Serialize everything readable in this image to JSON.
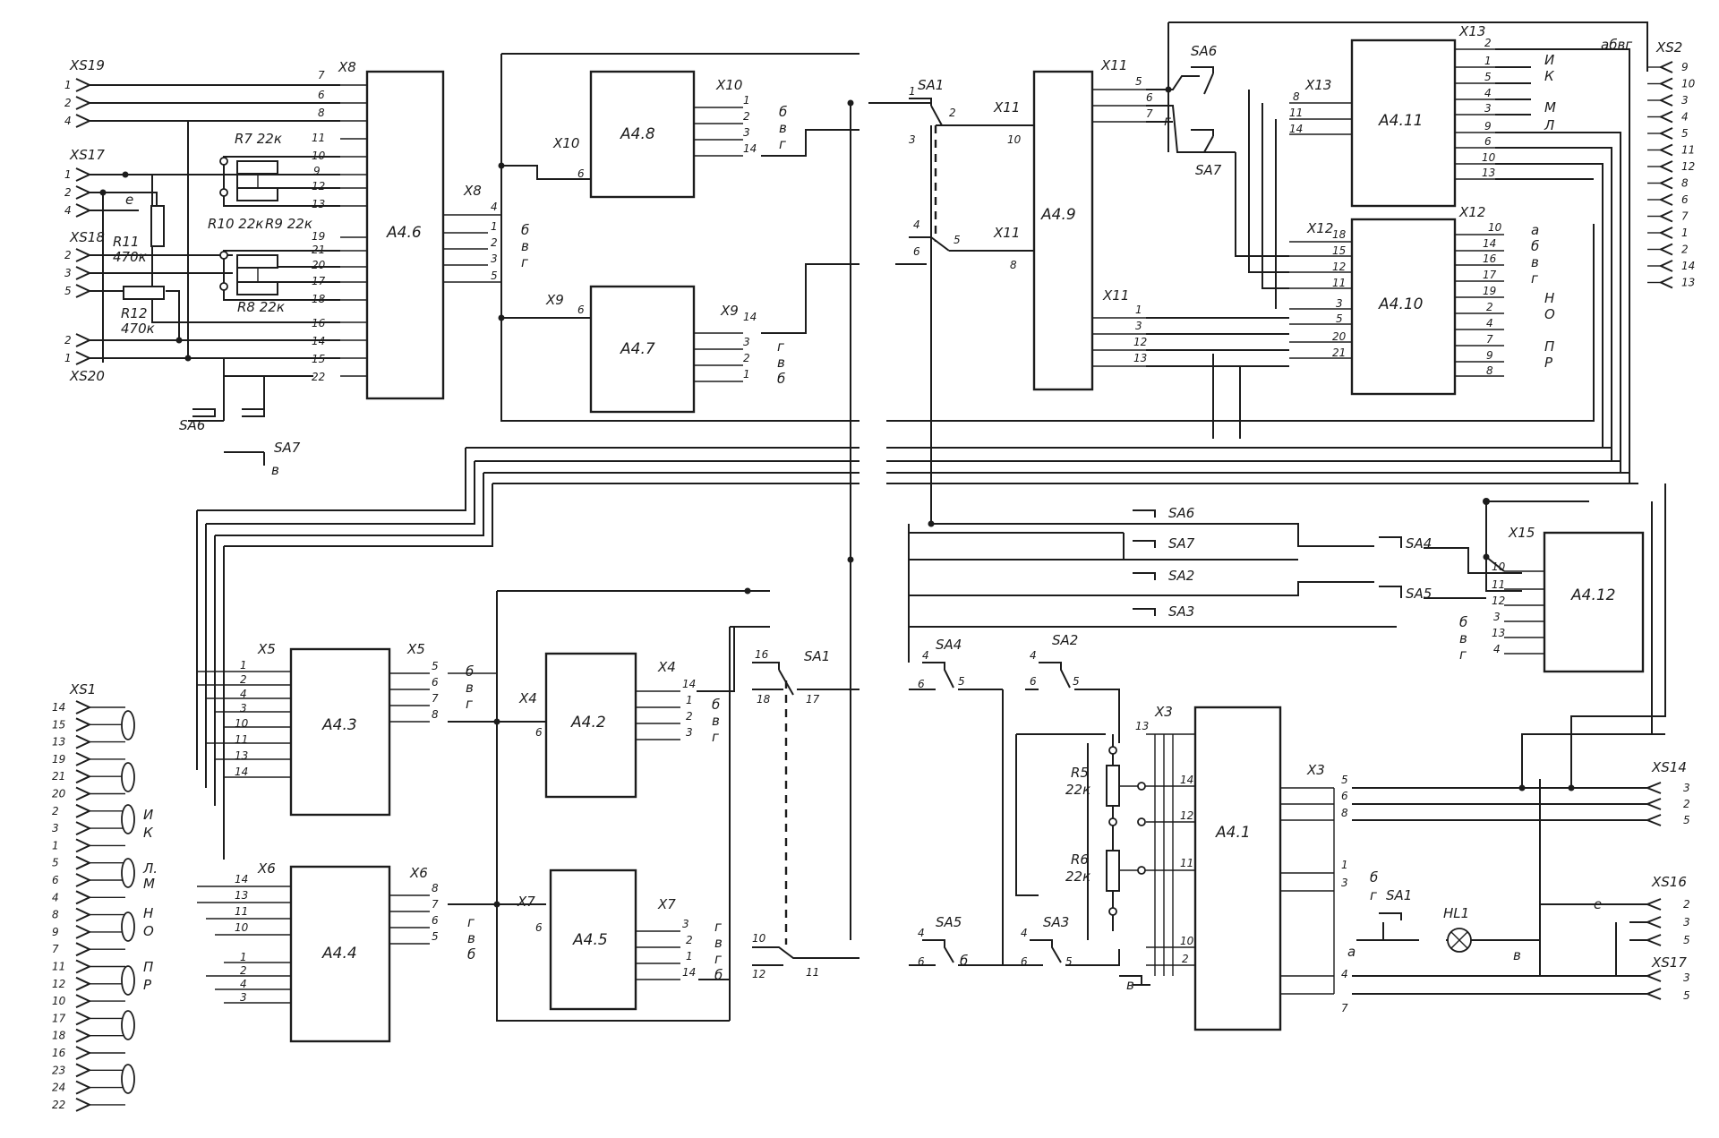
{
  "palette": {
    "ink": "#1c1c1c",
    "paper": "#ffffff"
  },
  "blocks": [
    {
      "id": "a46",
      "label": "A4.6"
    },
    {
      "id": "a48",
      "label": "A4.8"
    },
    {
      "id": "a47",
      "label": "A4.7"
    },
    {
      "id": "a49",
      "label": "A4.9"
    },
    {
      "id": "a411",
      "label": "A4.11"
    },
    {
      "id": "a410",
      "label": "A4.10"
    },
    {
      "id": "a412",
      "label": "A4.12"
    },
    {
      "id": "a43",
      "label": "A4.3"
    },
    {
      "id": "a42",
      "label": "A4.2"
    },
    {
      "id": "a44",
      "label": "A4.4"
    },
    {
      "id": "a45",
      "label": "A4.5"
    },
    {
      "id": "a41",
      "label": "A4.1"
    }
  ],
  "sockets": [
    {
      "id": "xs19",
      "label": "XS19",
      "pins": [
        "1",
        "2",
        "4"
      ]
    },
    {
      "id": "xs17a",
      "label": "XS17",
      "pins": [
        "1",
        "2",
        "4"
      ]
    },
    {
      "id": "xs18",
      "label": "XS18",
      "pins": [
        "2",
        "3",
        "5"
      ]
    },
    {
      "id": "xs20",
      "label": "XS20",
      "pins": [
        "2",
        "1"
      ]
    },
    {
      "id": "xs1",
      "label": "XS1",
      "pins": [
        "14",
        "15",
        "13",
        "19",
        "21",
        "20",
        "2",
        "3",
        "1",
        "5",
        "6",
        "4",
        "8",
        "9",
        "7",
        "11",
        "12",
        "10",
        "17",
        "18",
        "16",
        "23",
        "24",
        "22"
      ]
    },
    {
      "id": "xs2",
      "label": "XS2",
      "pins": [
        "9",
        "10",
        "3",
        "4",
        "5",
        "11",
        "12",
        "8",
        "6",
        "7",
        "1",
        "2",
        "14",
        "13"
      ]
    },
    {
      "id": "xs14",
      "label": "XS14",
      "pins": [
        "3",
        "2",
        "5"
      ]
    },
    {
      "id": "xs16",
      "label": "XS16",
      "pins": [
        "2",
        "3",
        "5"
      ]
    },
    {
      "id": "xs17b",
      "label": "XS17",
      "pins": [
        "3",
        "5"
      ]
    }
  ],
  "connectors": [
    {
      "id": "x8a",
      "label": "X8",
      "pins": [
        "7",
        "6",
        "8",
        "11",
        "10",
        "9",
        "12",
        "13",
        "19",
        "21",
        "20",
        "17",
        "18",
        "16",
        "14",
        "15",
        "22"
      ]
    },
    {
      "id": "x8b",
      "label": "X8",
      "pins": [
        "4",
        "1",
        "2",
        "3",
        "5"
      ]
    },
    {
      "id": "x10a",
      "label": "X10",
      "pins": [
        "6"
      ]
    },
    {
      "id": "x10b",
      "label": "X10",
      "pins": [
        "1",
        "2",
        "3",
        "14"
      ]
    },
    {
      "id": "x9a",
      "label": "X9",
      "pins": [
        "6"
      ]
    },
    {
      "id": "x9b",
      "label": "X9",
      "pins": [
        "14",
        "3",
        "2",
        "1"
      ]
    },
    {
      "id": "x11a",
      "label": "X11",
      "pins": [
        "5",
        "6",
        "7"
      ]
    },
    {
      "id": "x11b",
      "label": "X11",
      "pins": [
        "1",
        "3",
        "12",
        "13"
      ]
    },
    {
      "id": "x11c",
      "label": "X11",
      "pins": [
        "10"
      ]
    },
    {
      "id": "x11d",
      "label": "X11",
      "pins": [
        "8"
      ]
    },
    {
      "id": "x13a",
      "label": "X13",
      "pins": [
        "2",
        "1",
        "5",
        "4",
        "3",
        "9",
        "6",
        "10",
        "13"
      ]
    },
    {
      "id": "x13b",
      "label": "X13",
      "pins": [
        "8",
        "11",
        "14"
      ]
    },
    {
      "id": "x12a",
      "label": "X12",
      "pins": [
        "18",
        "15",
        "12",
        "11",
        "3",
        "5",
        "20",
        "21"
      ]
    },
    {
      "id": "x12b",
      "label": "X12",
      "pins": [
        "10",
        "14",
        "16",
        "17",
        "19",
        "2",
        "4",
        "7",
        "9",
        "8"
      ]
    },
    {
      "id": "x15",
      "label": "X15",
      "pins": [
        "10",
        "11",
        "12",
        "3",
        "13",
        "4"
      ]
    },
    {
      "id": "x5a",
      "label": "X5",
      "pins": [
        "1",
        "2",
        "4",
        "3",
        "10",
        "11",
        "13",
        "14"
      ]
    },
    {
      "id": "x5b",
      "label": "X5",
      "pins": [
        "5",
        "6",
        "7",
        "8"
      ]
    },
    {
      "id": "x4a",
      "label": "X4",
      "pins": [
        "6"
      ]
    },
    {
      "id": "x4b",
      "label": "X4",
      "pins": [
        "14",
        "1",
        "2",
        "3"
      ]
    },
    {
      "id": "x6a",
      "label": "X6",
      "pins": [
        "14",
        "13",
        "11",
        "10",
        "1",
        "2",
        "4",
        "3"
      ]
    },
    {
      "id": "x6b",
      "label": "X6",
      "pins": [
        "8",
        "7",
        "6",
        "5"
      ]
    },
    {
      "id": "x7a",
      "label": "X7",
      "pins": [
        "6"
      ]
    },
    {
      "id": "x7b",
      "label": "X7",
      "pins": [
        "3",
        "2",
        "1",
        "14"
      ]
    },
    {
      "id": "x3a",
      "label": "X3",
      "pins": [
        "13",
        "14",
        "12",
        "11",
        "10",
        "2"
      ]
    },
    {
      "id": "x3b",
      "label": "X3",
      "pins": [
        "5",
        "6",
        "8",
        "1",
        "3",
        "4",
        "7"
      ]
    }
  ],
  "resistors": [
    {
      "id": "r7",
      "label": "R7 22к"
    },
    {
      "id": "r9",
      "label": "R9 22к"
    },
    {
      "id": "r10",
      "label": "R10 22к"
    },
    {
      "id": "r8",
      "label": "R8 22к"
    },
    {
      "id": "r11",
      "label": "R11",
      "value": "470к"
    },
    {
      "id": "r12",
      "label": "R12",
      "value": "470к"
    },
    {
      "id": "r5",
      "label": "R5",
      "value": "22к"
    },
    {
      "id": "r6",
      "label": "R6",
      "value": "22к"
    }
  ],
  "switches": {
    "sa1": "SA1",
    "sa2": "SA2",
    "sa3": "SA3",
    "sa4": "SA4",
    "sa5": "SA5",
    "sa6": "SA6",
    "sa7": "SA7"
  },
  "lamp": {
    "label": "HL1"
  },
  "pin_labels": {
    "a": "а",
    "b": "б",
    "v": "в",
    "g": "г",
    "i": "И",
    "k": "К",
    "m": "М",
    "l": "Л",
    "n": "Н",
    "o": "О",
    "p": "П",
    "r": "Р",
    "e": "е",
    "abvg": "абвг",
    "l_dot": "Л."
  },
  "contact_numbers": [
    "1",
    "2",
    "3",
    "4",
    "5",
    "6",
    "10",
    "11",
    "12",
    "16",
    "17",
    "18"
  ]
}
